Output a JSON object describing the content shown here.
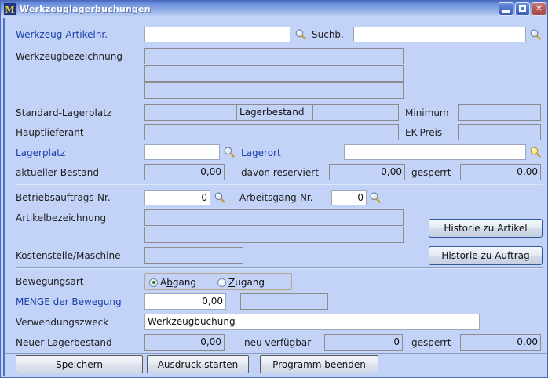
{
  "window": {
    "title": "Werkzeuglagerbuchungen",
    "app_icon_letter": "M",
    "icons": {
      "minimize": "minimize-icon",
      "maximize": "maximize-icon",
      "close": "close-icon",
      "search": "magnifier-icon"
    },
    "colors": {
      "form_background": "#c3d2f7",
      "title_bar": "#4a6fc8",
      "label_blue": "#1a3fa8",
      "label_dark": "#1f1f1f",
      "close_button": "#b85a5a",
      "radio_selected_dot": "#1c7d1c"
    }
  },
  "form": {
    "artikelnr": {
      "label": "Werkzeug-Artikelnr.",
      "value": "",
      "search_label": "Suchb.",
      "search_value": ""
    },
    "bezeichnung": {
      "label": "Werkzeugbezeichnung",
      "line1": "",
      "line2": "",
      "line3": ""
    },
    "standard_lagerplatz": {
      "label": "Standard-Lagerplatz",
      "value": "",
      "lagerbestand_label": "Lagerbestand",
      "lagerbestand_value": "",
      "minimum_label": "Minimum",
      "minimum_value": ""
    },
    "hauptlieferant": {
      "label": "Hauptlieferant",
      "value": "",
      "ek_preis_label": "EK-Preis",
      "ek_preis_value": ""
    },
    "lagerplatz": {
      "label": "Lagerplatz",
      "value": "",
      "lagerort_label": "Lagerort",
      "lagerort_value": ""
    },
    "bestand": {
      "label": "aktueller Bestand",
      "value": "0,00",
      "reserviert_label": "davon reserviert",
      "reserviert_value": "0,00",
      "gesperrt_label": "gesperrt",
      "gesperrt_value": "0,00"
    },
    "betriebsauftrag": {
      "label": "Betriebsauftrags-Nr.",
      "value": "0",
      "arbeitsgang_label": "Arbeitsgang-Nr.",
      "arbeitsgang_value": "0"
    },
    "artikelbezeichnung": {
      "label": "Artikelbezeichnung",
      "line1": "",
      "line2": ""
    },
    "kostenstelle": {
      "label": "Kostenstelle/Maschine",
      "value": ""
    },
    "historie_artikel_button": "Historie zu Artikel",
    "historie_auftrag_button": "Historie zu Auftrag",
    "bewegungsart": {
      "label": "Bewegungsart",
      "options": [
        {
          "label": "Abgang",
          "accel": "b",
          "selected": true
        },
        {
          "label": "Zugang",
          "accel": "Z",
          "selected": false
        }
      ]
    },
    "menge": {
      "label": "MENGE der Bewegung",
      "value": "0,00",
      "unit_value": ""
    },
    "verwendungszweck": {
      "label": "Verwendungszweck",
      "value": "Werkzeugbuchung"
    },
    "neuer_lagerbestand": {
      "label": "Neuer Lagerbestand",
      "value": "0,00",
      "neu_verfuegbar_label": "neu verfügbar",
      "neu_verfuegbar_value": "0",
      "gesperrt_label": "gesperrt",
      "gesperrt_value": "0,00"
    }
  },
  "footer": {
    "speichern": {
      "pre": "",
      "accel": "S",
      "post": "peichern"
    },
    "ausdruck": {
      "pre": "Ausdruck s",
      "accel": "t",
      "post": "arten"
    },
    "beenden": {
      "pre": "Programm bee",
      "accel": "n",
      "post": "den"
    }
  }
}
